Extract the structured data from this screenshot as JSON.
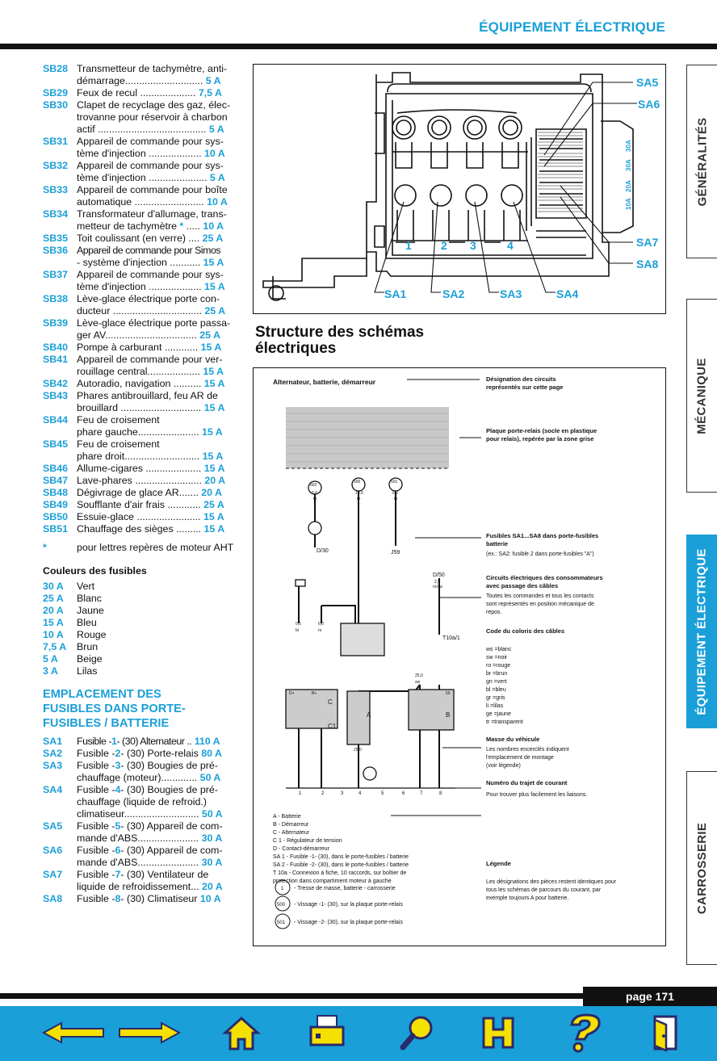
{
  "header": {
    "title": "ÉQUIPEMENT ÉLECTRIQUE"
  },
  "fuses_sb": [
    {
      "code": "SB28",
      "desc_html": "Transmetteur de tachymètre, anti-<br>démarrage............................",
      "amp": "5 A"
    },
    {
      "code": "SB29",
      "desc_html": "Feux de recul ....................",
      "amp": "7,5 A"
    },
    {
      "code": "SB30",
      "desc_html": "Clapet de recyclage des gaz, élec-<br>trovanne pour réservoir à charbon<br>actif .......................................",
      "amp": "5 A"
    },
    {
      "code": "SB31",
      "desc_html": "Appareil de commande pour sys-<br>tème d'injection ...................",
      "amp": "10 A"
    },
    {
      "code": "SB32",
      "desc_html": "Appareil de commande pour sys-<br>tème d'injection .....................",
      "amp": "5 A"
    },
    {
      "code": "SB33",
      "desc_html": "Appareil de commande pour boîte<br>automatique .........................",
      "amp": "10 A"
    },
    {
      "code": "SB34",
      "desc_html": "Transformateur d'allumage, trans-<br>metteur de tachymètre <span class=\"amp\">*</span> .....",
      "amp": "10 A"
    },
    {
      "code": "SB35",
      "desc_html": "Toit coulissant (en verre) ....",
      "amp": "25 A"
    },
    {
      "code": "SB36",
      "desc_html": "<span class=\"tight\">Appareil de commande pour Simos</span><br>- système d'injection ...........",
      "amp": "15 A"
    },
    {
      "code": "SB37",
      "desc_html": "Appareil de commande pour sys-<br>tème d'injection ...................",
      "amp": "15 A"
    },
    {
      "code": "SB38",
      "desc_html": "Lève-glace électrique porte con-<br>ducteur ................................",
      "amp": "25 A"
    },
    {
      "code": "SB39",
      "desc_html": "Lève-glace électrique porte passa-<br>ger AV.................................",
      "amp": "25 A"
    },
    {
      "code": "SB40",
      "desc_html": "Pompe à carburant ............",
      "amp": "15 A"
    },
    {
      "code": "SB41",
      "desc_html": "Appareil de commande pour ver-<br>rouillage central...................",
      "amp": "15 A"
    },
    {
      "code": "SB42",
      "desc_html": "Autoradio, navigation ..........",
      "amp": "15 A"
    },
    {
      "code": "SB43",
      "desc_html": "Phares antibrouillard, feu AR de<br>brouillard .............................",
      "amp": "15 A"
    },
    {
      "code": "SB44",
      "desc_html": "Feu de croisement<br>phare gauche......................",
      "amp": "15 A"
    },
    {
      "code": "SB45",
      "desc_html": "Feu de croisement<br>phare droit...........................",
      "amp": "15 A"
    },
    {
      "code": "SB46",
      "desc_html": "Allume-cigares ....................",
      "amp": "15 A"
    },
    {
      "code": "SB47",
      "desc_html": "Lave-phares ........................",
      "amp": "20 A"
    },
    {
      "code": "SB48",
      "desc_html": "Dégivrage de glace AR.......",
      "amp": "20 A"
    },
    {
      "code": "SB49",
      "desc_html": "Soufflante d'air frais ............",
      "amp": "25 A"
    },
    {
      "code": "SB50",
      "desc_html": "Essuie-glace .......................",
      "amp": "15 A"
    },
    {
      "code": "SB51",
      "desc_html": "Chauffage des sièges .........",
      "amp": "15 A"
    }
  ],
  "note": {
    "mark": "*",
    "text": "pour lettres repères de moteur AHT"
  },
  "colors_title": "Couleurs des fusibles",
  "fuse_colors": [
    {
      "amp": "30 A",
      "color": "Vert"
    },
    {
      "amp": "25 A",
      "color": "Blanc"
    },
    {
      "amp": "20 A",
      "color": "Jaune"
    },
    {
      "amp": "15 A",
      "color": "Bleu"
    },
    {
      "amp": "10 A",
      "color": "Rouge"
    },
    {
      "amp": "7,5 A",
      "color": "Brun"
    },
    {
      "amp": "5 A",
      "color": "Beige"
    },
    {
      "amp": "3 A",
      "color": "Lilas"
    }
  ],
  "emplacement_title_html": "EMPLACEMENT DES<br>FUSIBLES DANS PORTE-<br>FUSIBLES / BATTERIE",
  "fuses_sa": [
    {
      "code": "SA1",
      "desc_html": "<span class=\"tight\">Fusible -<span class=\"amp\">1</span>- (30) Alternateur ..</span>",
      "amp": "110 A"
    },
    {
      "code": "SA2",
      "desc_html": "Fusible -<span class=\"amp\">2</span>- (30) Porte-relais",
      "amp": "80 A"
    },
    {
      "code": "SA3",
      "desc_html": "Fusible -<span class=\"amp\">3</span>- (30) Bougies de pré-<br>chauffage (moteur).............",
      "amp": "50 A"
    },
    {
      "code": "SA4",
      "desc_html": "Fusible -<span class=\"amp\">4</span>- (30) Bougies de pré-<br>chauffage (liquide de refroid.)<br>climatiseur...........................",
      "amp": "50 A"
    },
    {
      "code": "SA5",
      "desc_html": "Fusible -<span class=\"amp\">5</span>- (30) Appareil de com-<br>mande d'ABS......................",
      "amp": "30 A"
    },
    {
      "code": "SA6",
      "desc_html": "Fusible -<span class=\"amp\">6</span>- (30) Appareil de com-<br>mande d'ABS......................",
      "amp": "30 A"
    },
    {
      "code": "SA7",
      "desc_html": "Fusible -<span class=\"amp\">7</span>- (30) Ventilateur de<br>liquide de refroidissement...",
      "amp": "20 A"
    },
    {
      "code": "SA8",
      "desc_html": "Fusible -<span class=\"amp\">8</span>- (30) Climatiseur",
      "amp": "10 A"
    }
  ],
  "diagram1": {
    "sa_labels_right": [
      "SA5",
      "SA6",
      "SA7",
      "SA8"
    ],
    "sa_labels_bottom": [
      "SA1",
      "SA2",
      "SA3",
      "SA4"
    ],
    "numbers": [
      "1",
      "2",
      "3",
      "4"
    ],
    "small_fuse_ratings": [
      "30A",
      "30A",
      "20A",
      "10A"
    ]
  },
  "section_title_html": "Structure des schémas<br>électriques",
  "diagram2": {
    "header_left": "Alternateur, batterie, démarreur",
    "desc_circuits": [
      "Désignation des circuits",
      "représentés sur cette page"
    ],
    "plaque": [
      "Plaque porte-relais (socle en plastique",
      "pour relais), repérée par la zone grise"
    ],
    "fusibles_title": [
      "Fusibles SA1...SA8 dans porte-fusibles",
      "batterie"
    ],
    "fusibles_sub": "(ex.: SA2: fusible 2 dans porte-fusibles \"A\")",
    "circuits_title": [
      "Circuits électriques des consommateurs",
      "avec passage des câbles"
    ],
    "circuits_desc": [
      "Toutes les commandes et tous les contacts",
      "sont représentés en position mécanique de",
      "repos."
    ],
    "code_title": "Code du coloris des câbles",
    "color_codes": [
      "ws =blanc",
      "sw =noir",
      "ro =rouge",
      "br =brun",
      "gn =vert",
      "bl =bleu",
      "gr =gris",
      "li =lilas",
      "ge =jaune",
      "tr =transparent"
    ],
    "masse_title": "Masse du véhicule",
    "masse_desc": [
      "Les nombres encerclés indiquent",
      "l'emplacement de montage",
      "(voir légende)"
    ],
    "trajet_title": "Numéro du trajet de courant",
    "trajet_desc": "Pour trouver plus facilement les liaisons.",
    "legend_left": [
      "A     - Batterie",
      "B     - Démarreur",
      "C     - Alternateur",
      "C 1   - Régulateur de tension",
      "D     - Contact-démarreur",
      "SA 1  - Fusible -1- (30), dans le porte-fusibles / batterie",
      "SA 2  - Fusible -2- (30), dans le porte-fusibles / batterie",
      "T 10a - Connexion à fiche, 10 raccords, sur boîtier de",
      "        protection dans compartiment moteur à gauche"
    ],
    "legend_circles": [
      {
        "num": "1",
        "text": "- Tresse de masse, batterie - carrosserie"
      },
      {
        "num": "500",
        "text": "- Vissage -1- (30), sur la plaque porte-relais"
      },
      {
        "num": "501",
        "text": "- Vissage -2- (30), sur la plaque porte-relais"
      }
    ],
    "legende_title": "Légende",
    "legende_desc": [
      "Les désignations des pièces restent identiques pour",
      "tous les schémas de parcours du courant, par",
      "exemple toujours A pour batterie."
    ],
    "wire_labels": [
      "502",
      "500",
      "501",
      "6,0",
      "10,0",
      "6,0",
      "ro",
      "ro",
      "ro",
      "D/30",
      "J59",
      "D/50",
      "2,5",
      "ro/sw",
      "T10a/1",
      "0,5",
      "6,0",
      "bl",
      "ro",
      "25,0",
      "sw",
      "25,0",
      "D+",
      "B+",
      "C",
      "C1",
      "A",
      "B",
      "50",
      "1",
      "2",
      "3",
      "4",
      "5",
      "6",
      "7",
      "8"
    ]
  },
  "sidetabs": [
    "GÉNÉRALITÉS",
    "MÉCANIQUE",
    "ÉQUIPEMENT ÉLECTRIQUE",
    "CARROSSERIE"
  ],
  "footer": {
    "page": "page 171"
  },
  "nav": [
    "arrow-left-icon",
    "arrow-right-icon",
    "home-icon",
    "print-icon",
    "search-icon",
    "index-icon",
    "help-icon",
    "exit-icon"
  ]
}
